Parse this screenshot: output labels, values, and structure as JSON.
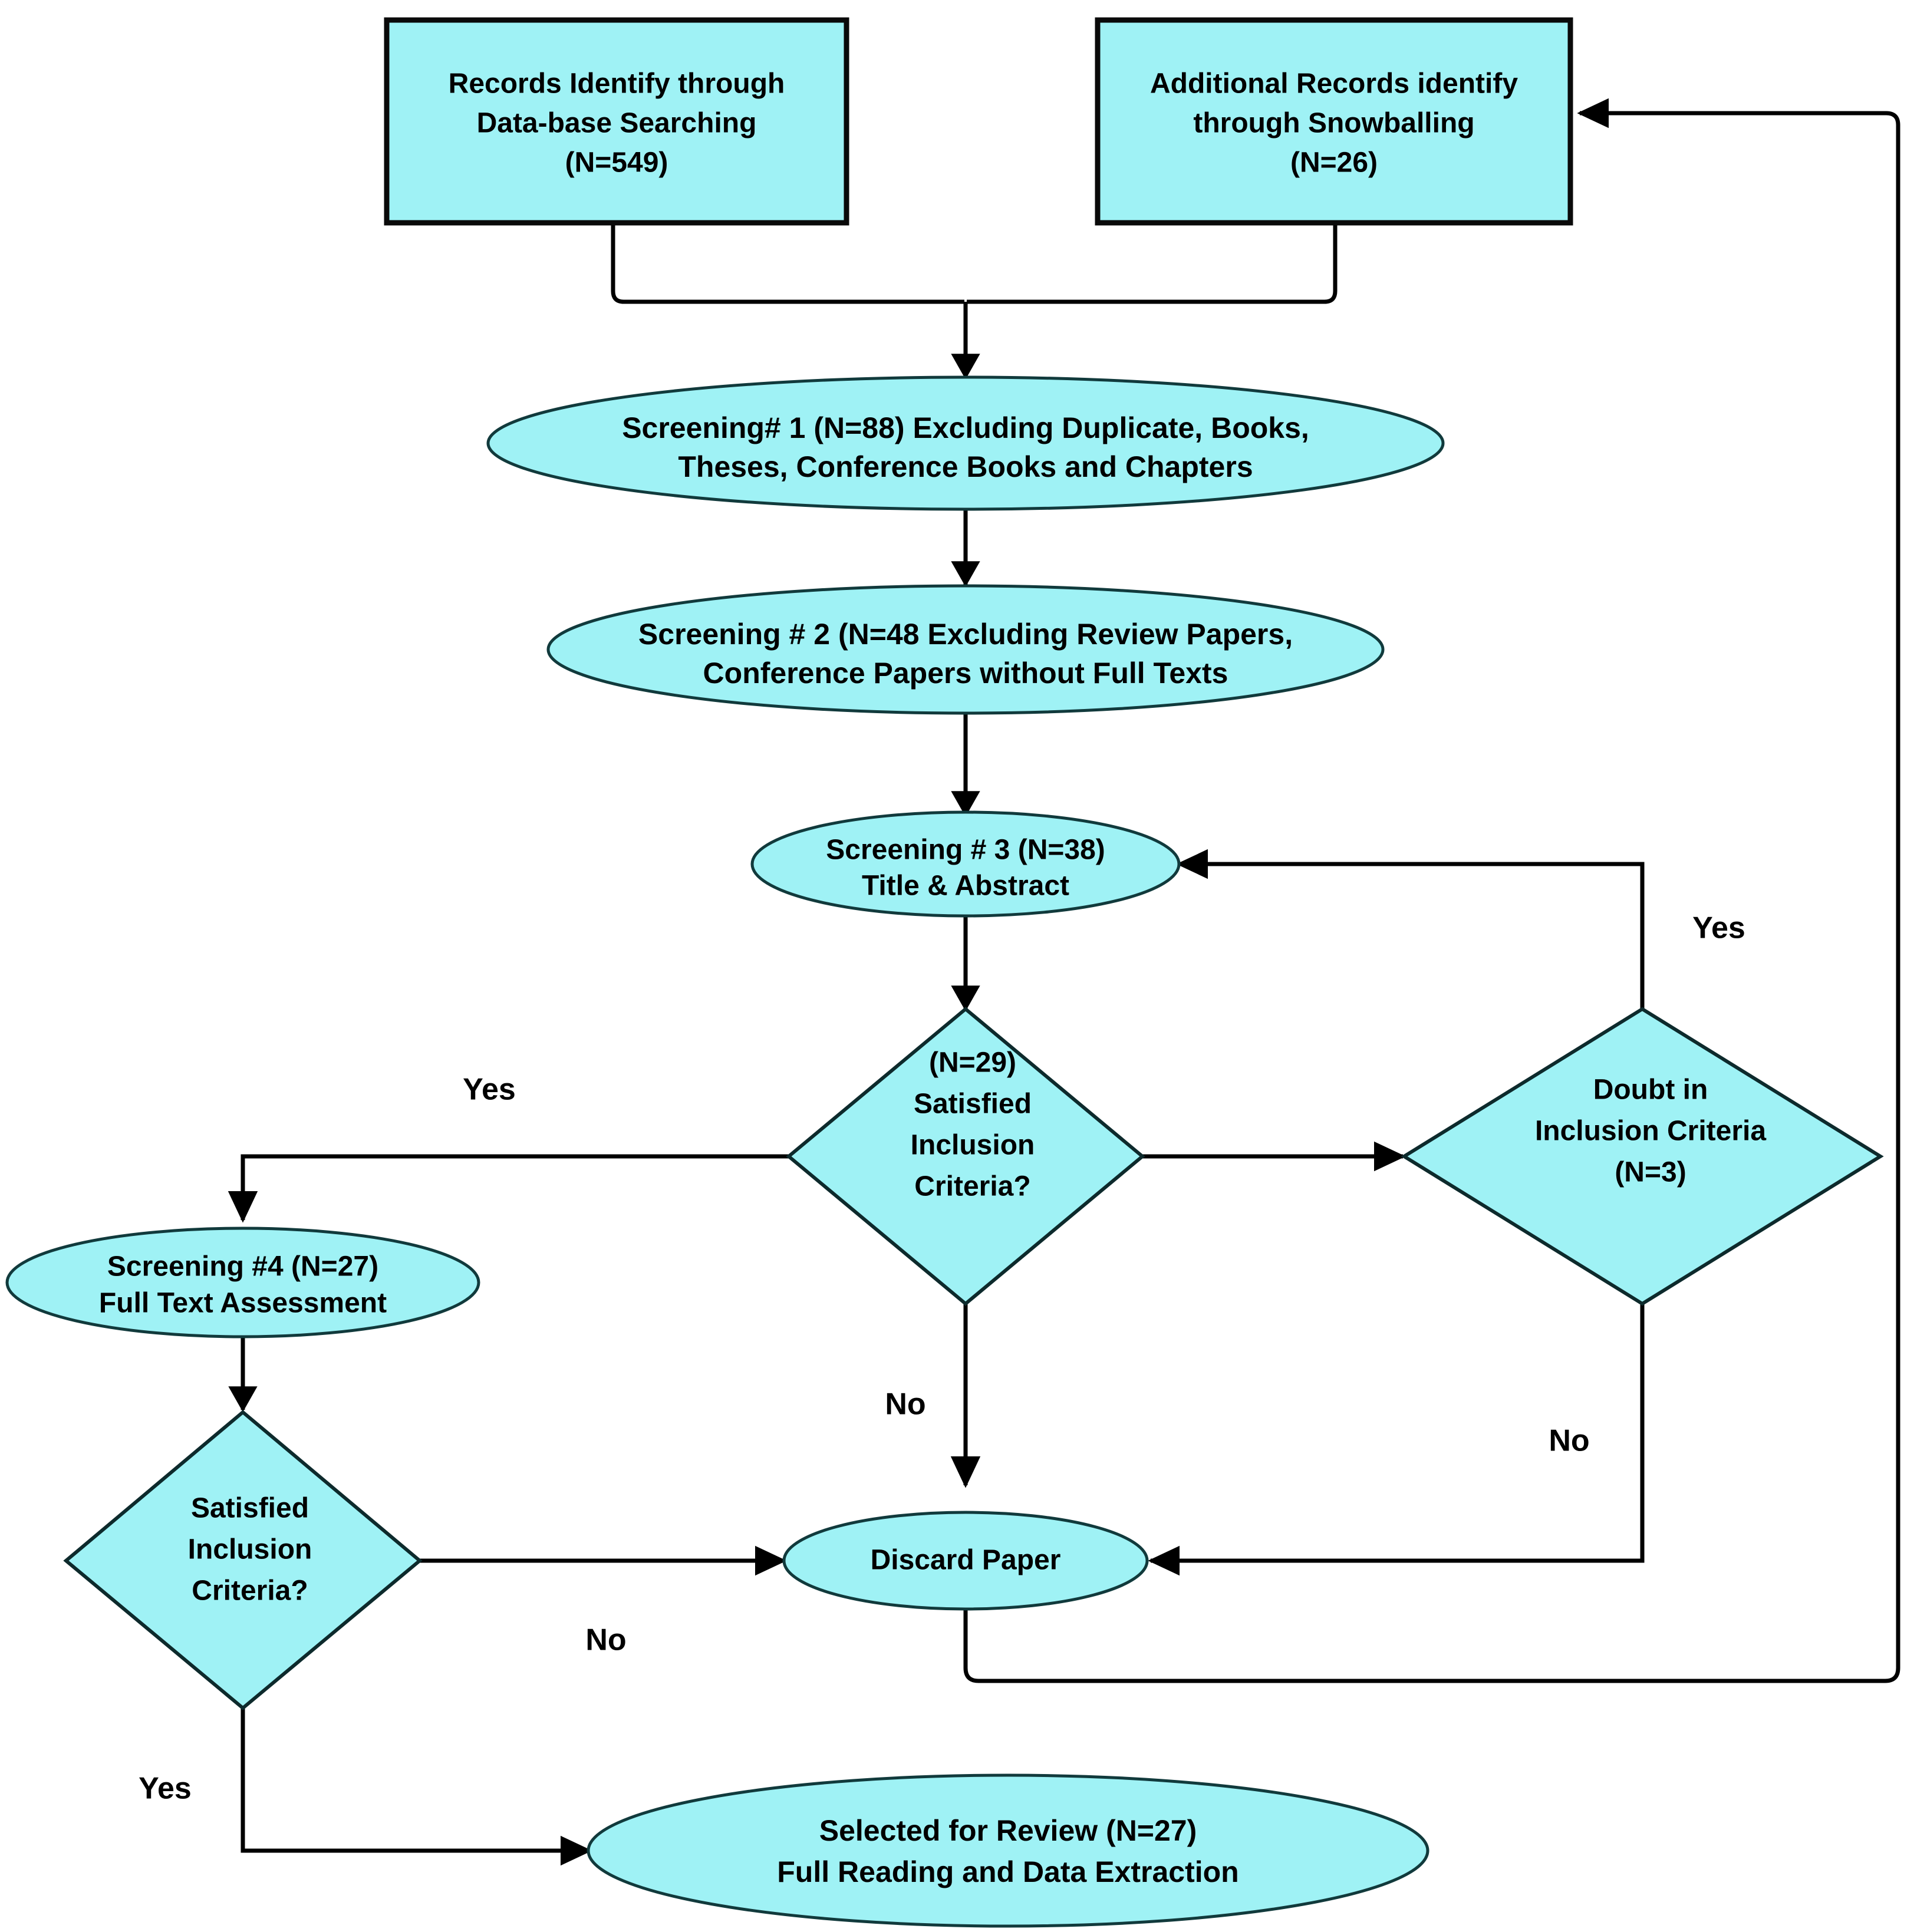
{
  "diagram": {
    "type": "flowchart",
    "title": "PRISMA-style literature selection flowchart",
    "colors": {
      "node_fill": "#9FF2F5",
      "node_stroke": "#0d2a2c",
      "connector": "#000000",
      "text": "#000000",
      "background": "#ffffff"
    },
    "nodes": [
      {
        "id": "records-database",
        "shape": "rectangle",
        "lines": [
          "Records Identify through",
          "Data-base Searching",
          "(N=549)"
        ]
      },
      {
        "id": "records-snowballing",
        "shape": "rectangle",
        "lines": [
          "Additional Records  identify",
          "through Snowballing",
          "(N=26)"
        ]
      },
      {
        "id": "screening-1",
        "shape": "ellipse",
        "lines": [
          "Screening# 1 (N=88) Excluding Duplicate, Books,",
          "Theses, Conference Books and Chapters"
        ]
      },
      {
        "id": "screening-2",
        "shape": "ellipse",
        "lines": [
          "Screening # 2 (N=48 Excluding Review Papers,",
          "Conference Papers without Full Texts"
        ]
      },
      {
        "id": "screening-3",
        "shape": "ellipse",
        "lines": [
          "Screening # 3 (N=38)",
          "Title & Abstract"
        ]
      },
      {
        "id": "satisfied-inclusion-1",
        "shape": "diamond",
        "lines": [
          "(N=29)",
          "Satisfied",
          "Inclusion",
          "Criteria?"
        ]
      },
      {
        "id": "doubt-inclusion",
        "shape": "diamond",
        "lines": [
          "Doubt in",
          "Inclusion Criteria",
          "(N=3)"
        ]
      },
      {
        "id": "screening-4",
        "shape": "ellipse",
        "lines": [
          "Screening #4 (N=27)",
          "Full Text Assessment"
        ]
      },
      {
        "id": "satisfied-inclusion-2",
        "shape": "diamond",
        "lines": [
          "Satisfied",
          "Inclusion",
          "Criteria?"
        ]
      },
      {
        "id": "discard-paper",
        "shape": "ellipse",
        "lines": [
          "Discard Paper"
        ]
      },
      {
        "id": "selected-review",
        "shape": "ellipse",
        "lines": [
          "Selected for Review (N=27)",
          "Full Reading and Data Extraction"
        ]
      }
    ],
    "edge_labels": {
      "yes_left": "Yes",
      "yes_right": "Yes",
      "no_center": "No",
      "no_right": "No",
      "no_bottom": "No",
      "yes_bottom": "Yes"
    }
  }
}
